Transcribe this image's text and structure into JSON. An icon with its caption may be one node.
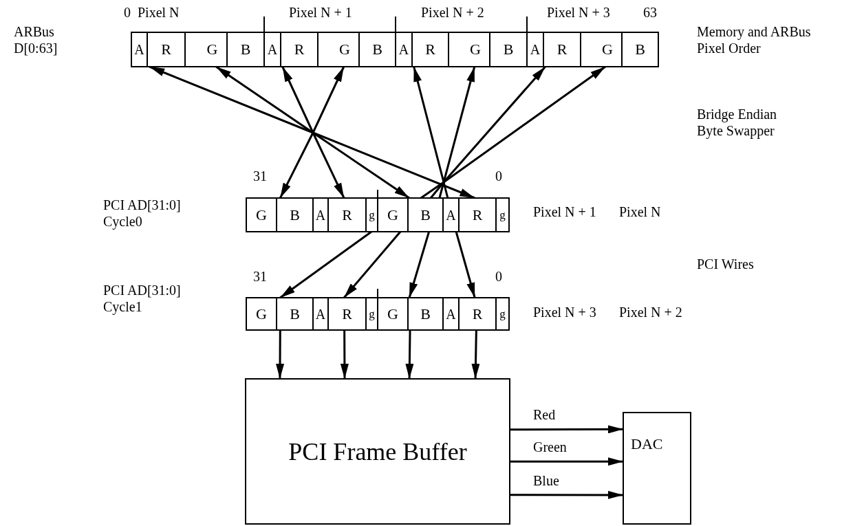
{
  "diagram": {
    "nodes": [
      {
        "text": [
          "A"
        ]
      },
      {
        "text": [
          "R"
        ]
      },
      {
        "text": [
          "G"
        ]
      },
      {
        "text": [
          "B"
        ]
      },
      {
        "text": [
          "A"
        ]
      },
      {
        "text": [
          "R"
        ]
      },
      {
        "text": [
          "G"
        ]
      },
      {
        "text": [
          "B"
        ]
      },
      {
        "text": [
          "A"
        ]
      },
      {
        "text": [
          "R"
        ]
      },
      {
        "text": [
          "G"
        ]
      },
      {
        "text": [
          "B"
        ]
      },
      {
        "text": [
          "A"
        ]
      },
      {
        "text": [
          "R"
        ]
      },
      {
        "text": [
          "G"
        ]
      },
      {
        "text": [
          "B"
        ]
      },
      {
        "text": [
          "G"
        ]
      },
      {
        "text": [
          "B"
        ]
      },
      {
        "text": [
          "A"
        ]
      },
      {
        "text": [
          "R"
        ]
      },
      {
        "text": [
          "g"
        ]
      },
      {
        "text": [
          "G"
        ]
      },
      {
        "text": [
          "B"
        ]
      },
      {
        "text": [
          "A"
        ]
      },
      {
        "text": [
          "R"
        ]
      },
      {
        "text": [
          "g"
        ]
      },
      {
        "text": [
          "G"
        ]
      },
      {
        "text": [
          "B"
        ]
      },
      {
        "text": [
          "A"
        ]
      },
      {
        "text": [
          "R"
        ]
      },
      {
        "text": [
          "g"
        ]
      },
      {
        "text": [
          "G"
        ]
      },
      {
        "text": [
          "B"
        ]
      },
      {
        "text": [
          "A"
        ]
      },
      {
        "text": [
          "R"
        ]
      },
      {
        "text": [
          "g"
        ]
      },
      {
        "text": [
          "PCI Frame Buffer"
        ]
      },
      {
        "text": [
          "DAC"
        ]
      }
    ],
    "edges": [
      {
        "from": 1,
        "to": 24,
        "arrow": "both"
      },
      {
        "from": 2,
        "to": 22,
        "arrow": "both"
      },
      {
        "from": 5,
        "to": 19,
        "arrow": "both"
      },
      {
        "from": 6,
        "to": 17,
        "arrow": "both"
      },
      {
        "from": 23,
        "to": 9,
        "arrow": "to"
      },
      {
        "from": 22,
        "to": 10,
        "arrow": "to"
      },
      {
        "from": 22,
        "to": 13,
        "arrow": "to"
      },
      {
        "from": 22,
        "to": 14,
        "arrow": "to"
      },
      {
        "from": 20,
        "to": 27,
        "arrow": "to"
      },
      {
        "from": 21,
        "to": 29,
        "arrow": "to"
      },
      {
        "from": 22,
        "to": 32,
        "arrow": "to"
      },
      {
        "from": 23,
        "to": 34,
        "arrow": "to"
      },
      {
        "from": 27,
        "to": 36,
        "arrow": "to"
      },
      {
        "from": 29,
        "to": 36,
        "arrow": "to"
      },
      {
        "from": 32,
        "to": 36,
        "arrow": "to"
      },
      {
        "from": 34,
        "to": 36,
        "arrow": "to"
      },
      {
        "from": 36,
        "to": 37,
        "arrow": "to",
        "label": "Red"
      },
      {
        "from": 36,
        "to": 37,
        "arrow": "to",
        "label": "Green"
      },
      {
        "from": 36,
        "to": 37,
        "arrow": "to",
        "label": "Blue"
      }
    ],
    "labels": [
      "0",
      "Pixel N",
      "Pixel N + 1",
      "Pixel N + 2",
      "Pixel N + 3",
      "63",
      "ARBus D[0:63]",
      "Memory and ARBus Pixel Order",
      "Bridge Endian Byte Swapper",
      "31",
      "0",
      "PCI AD[31:0] Cycle0",
      "Pixel N + 1",
      "Pixel N",
      "PCI Wires",
      "31",
      "0",
      "PCI AD[31:0] Cycle1",
      "Pixel N + 3",
      "Pixel N + 2"
    ]
  }
}
